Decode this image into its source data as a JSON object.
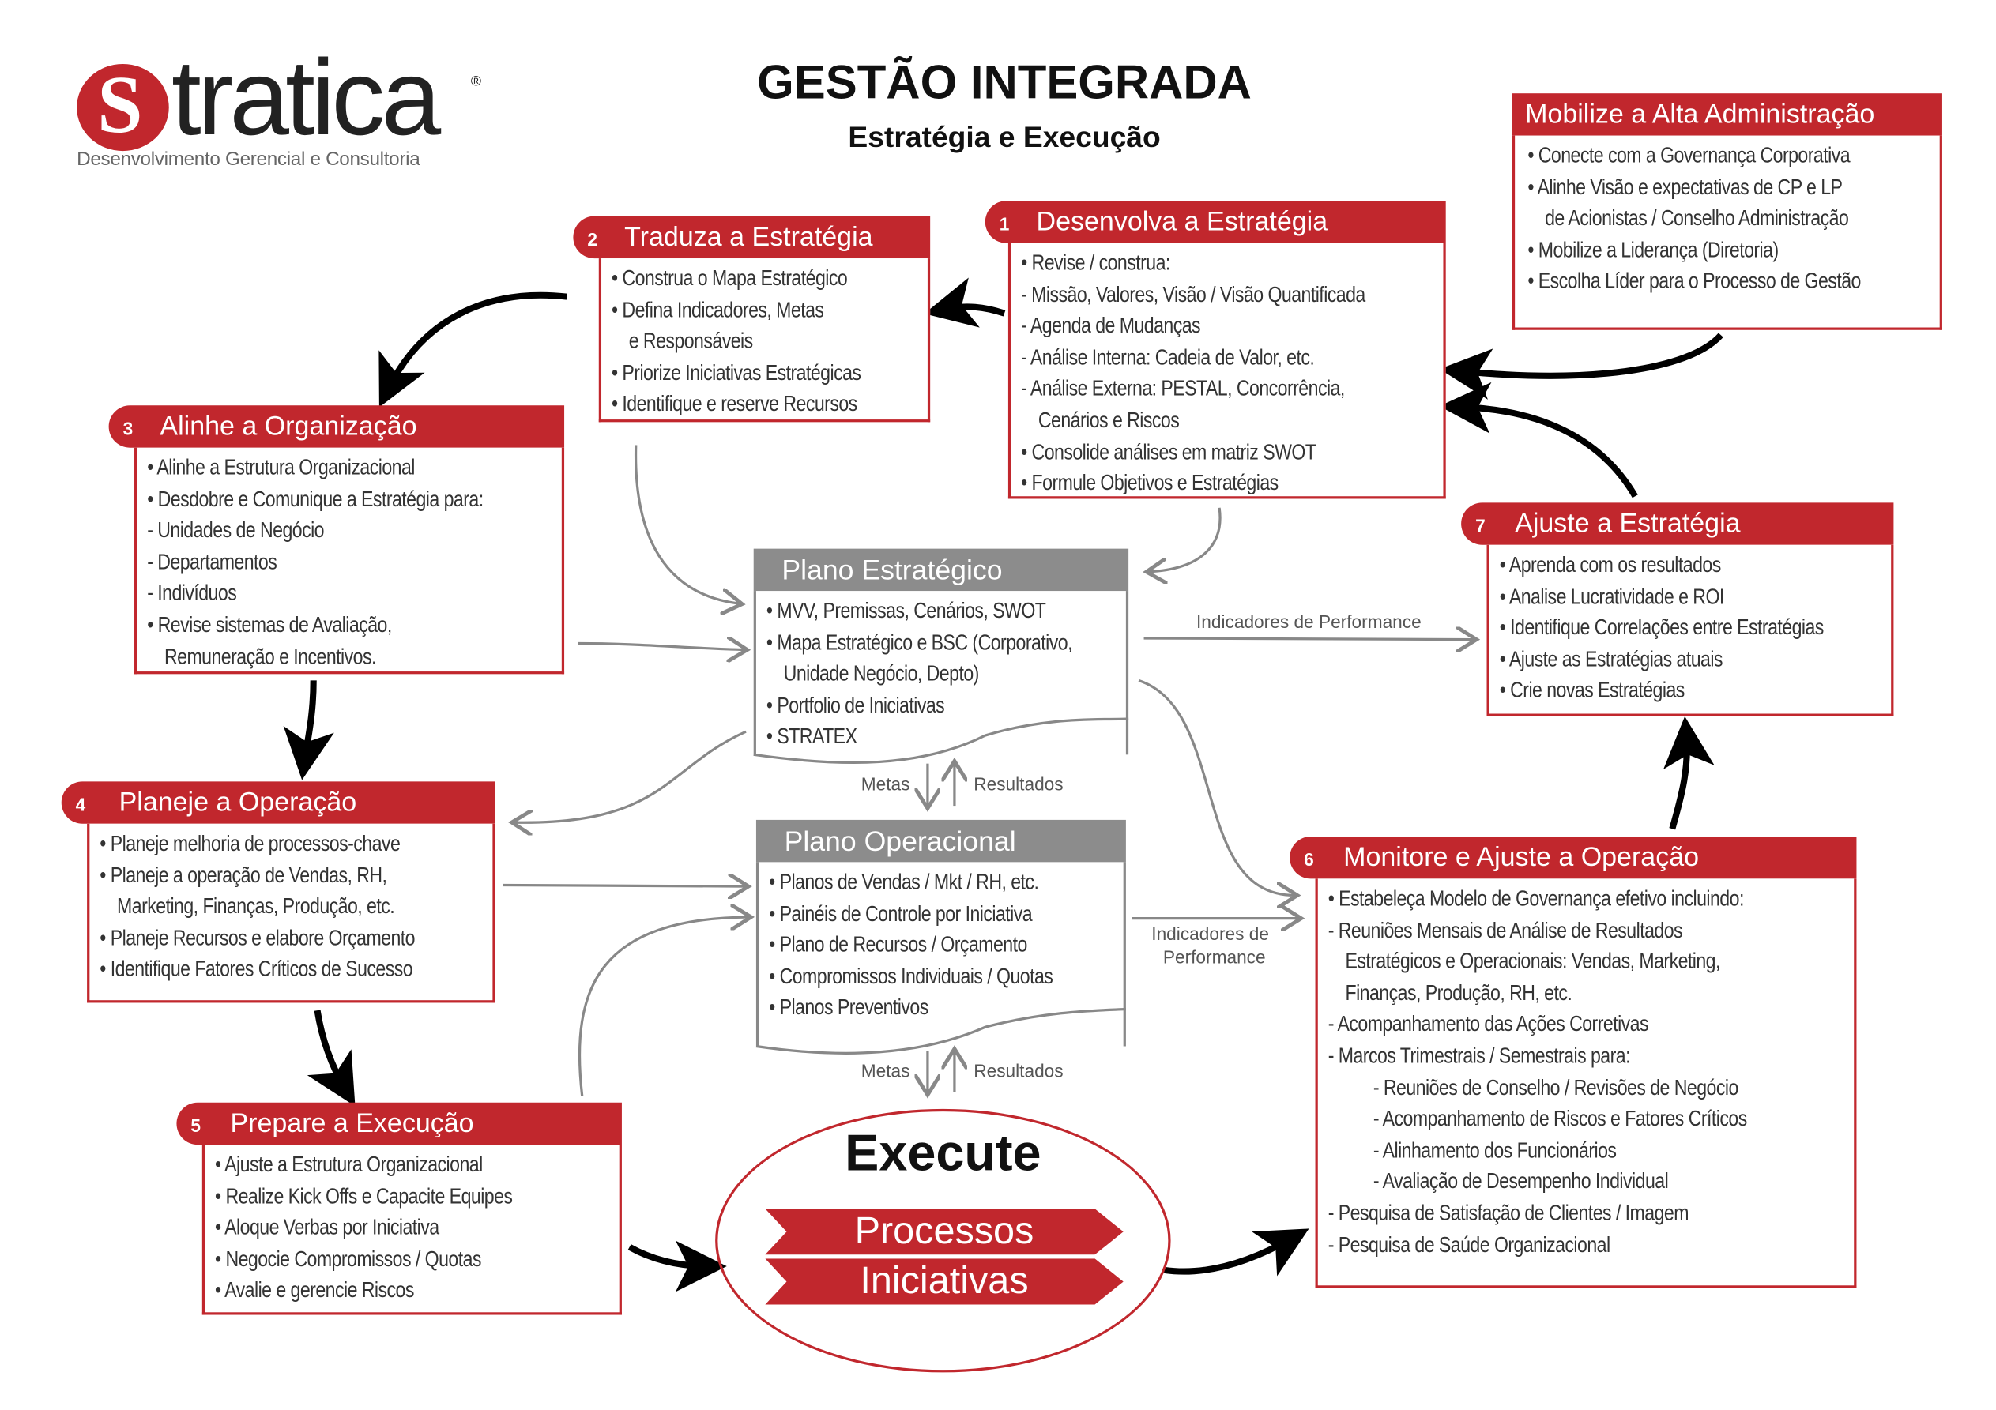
{
  "logo": {
    "word": "Stratica",
    "s_letter": "S",
    "word_rest": "tratica",
    "registered": "®",
    "tagline": "Desenvolvimento Gerencial e Consultoria"
  },
  "title": "GESTÃO INTEGRADA",
  "subtitle": "Estratégia e Execução",
  "colors": {
    "accent": "#c1272d",
    "gray": "#8c8c8c"
  },
  "mobilize": {
    "title": "Mobilize a Alta Administração",
    "lines": [
      "• Conecte com a Governança Corporativa",
      "• Alinhe Visão e expectativas de CP e LP",
      "de Acionistas / Conselho Administração",
      "• Mobilize a Liderança (Diretoria)",
      "• Escolha Líder para o Processo de Gestão"
    ]
  },
  "step1": {
    "num": "1",
    "title": "Desenvolva a Estratégia",
    "lines": [
      "• Revise / construa:",
      "- Missão, Valores, Visão / Visão Quantificada",
      "- Agenda de Mudanças",
      "- Análise Interna: Cadeia de Valor, etc.",
      "- Análise Externa: PESTAL, Concorrência,",
      "Cenários e Riscos",
      "• Consolide análises em matriz SWOT",
      "• Formule Objetivos e Estratégias"
    ]
  },
  "step2": {
    "num": "2",
    "title": "Traduza a Estratégia",
    "lines": [
      "• Construa o Mapa Estratégico",
      "• Defina Indicadores, Metas",
      "e Responsáveis",
      "• Priorize Iniciativas Estratégicas",
      "• Identifique e reserve Recursos"
    ]
  },
  "step3": {
    "num": "3",
    "title": "Alinhe a Organização",
    "lines": [
      "• Alinhe a Estrutura Organizacional",
      "• Desdobre e Comunique a Estratégia para:",
      "- Unidades de Negócio",
      "- Departamentos",
      "- Indivíduos",
      "• Revise sistemas de Avaliação,",
      "Remuneração e Incentivos."
    ]
  },
  "step4": {
    "num": "4",
    "title": "Planeje a Operação",
    "lines": [
      "• Planeje melhoria de processos-chave",
      "• Planeje a operação de Vendas, RH,",
      "Marketing, Finanças, Produção, etc.",
      "• Planeje Recursos e elabore Orçamento",
      "• Identifique Fatores Críticos de Sucesso"
    ]
  },
  "step5": {
    "num": "5",
    "title": "Prepare a Execução",
    "lines": [
      "• Ajuste a Estrutura Organizacional",
      "• Realize Kick Offs e Capacite Equipes",
      "• Aloque Verbas por Iniciativa",
      "• Negocie Compromissos / Quotas",
      "• Avalie e gerencie Riscos"
    ]
  },
  "step6": {
    "num": "6",
    "title": "Monitore e Ajuste a Operação",
    "lines": [
      "• Estabeleça Modelo de Governança efetivo incluindo:",
      "- Reuniões Mensais de Análise de Resultados",
      "Estratégicos e Operacionais: Vendas, Marketing,",
      "Finanças, Produção, RH, etc.",
      "- Acompanhamento das Ações Corretivas",
      "- Marcos Trimestrais / Semestrais para:",
      "- Reuniões de Conselho / Revisões de Negócio",
      "- Acompanhamento de Riscos e Fatores Críticos",
      "- Alinhamento dos Funcionários",
      "- Avaliação de Desempenho Individual",
      "- Pesquisa de Satisfação de Clientes / Imagem",
      "- Pesquisa de Saúde Organizacional"
    ]
  },
  "step7": {
    "num": "7",
    "title": "Ajuste a Estratégia",
    "lines": [
      "• Aprenda com os resultados",
      "• Analise Lucratividade e ROI",
      "• Identifique Correlações entre Estratégias",
      "• Ajuste as Estratégias atuais",
      "• Crie novas Estratégias"
    ]
  },
  "plano_estrategico": {
    "title": "Plano Estratégico",
    "lines": [
      "• MVV, Premissas, Cenários, SWOT",
      "• Mapa Estratégico e BSC (Corporativo,",
      "Unidade Negócio, Depto)",
      "• Portfolio de Iniciativas",
      "• STRATEX"
    ]
  },
  "plano_operacional": {
    "title": "Plano Operacional",
    "lines": [
      "• Planos de Vendas / Mkt / RH, etc.",
      "• Painéis de Controle por Iniciativa",
      "• Plano de Recursos / Orçamento",
      "• Compromissos Individuais / Quotas",
      "• Planos Preventivos"
    ]
  },
  "labels": {
    "metas": "Metas",
    "resultados": "Resultados",
    "indicadores_performance": "Indicadores de Performance",
    "indicadores_de": "Indicadores de",
    "performance": "Performance"
  },
  "execute": {
    "title": "Execute",
    "processos": "Processos",
    "iniciativas": "Iniciativas"
  }
}
